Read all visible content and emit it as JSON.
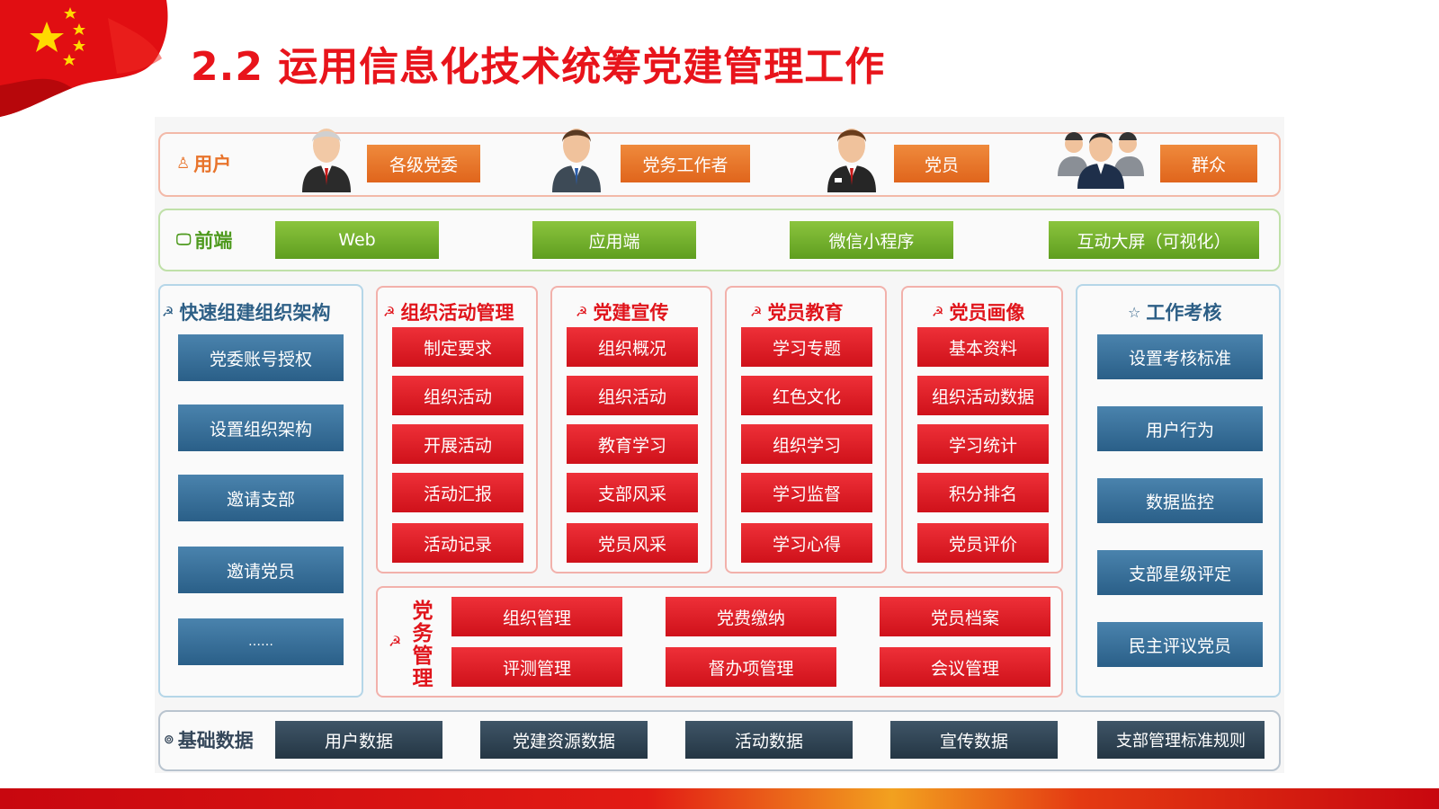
{
  "title": "2.2 运用信息化技术统筹党建管理工作",
  "users": {
    "label": "用户",
    "items": [
      "各级党委",
      "党务工作者",
      "党员",
      "群众"
    ]
  },
  "frontend": {
    "label": "前端",
    "items": [
      "Web",
      "应用端",
      "微信小程序",
      "互动大屏（可视化）"
    ]
  },
  "org": {
    "title": "快速组建组织架构",
    "items": [
      "党委账号授权",
      "设置组织架构",
      "邀请支部",
      "邀请党员",
      "……"
    ]
  },
  "activity": {
    "title": "组织活动管理",
    "items": [
      "制定要求",
      "组织活动",
      "开展活动",
      "活动汇报",
      "活动记录"
    ]
  },
  "propaganda": {
    "title": "党建宣传",
    "items": [
      "组织概况",
      "组织活动",
      "教育学习",
      "支部风采",
      "党员风采"
    ]
  },
  "education": {
    "title": "党员教育",
    "items": [
      "学习专题",
      "红色文化",
      "组织学习",
      "学习监督",
      "学习心得"
    ]
  },
  "portrait": {
    "title": "党员画像",
    "items": [
      "基本资料",
      "组织活动数据",
      "学习统计",
      "积分排名",
      "党员评价"
    ]
  },
  "assessment": {
    "title": "工作考核",
    "items": [
      "设置考核标准",
      "用户行为",
      "数据监控",
      "支部星级评定",
      "民主评议党员"
    ]
  },
  "affairs": {
    "title": "党务管理",
    "items": [
      "组织管理",
      "党费缴纳",
      "党员档案",
      "评测管理",
      "督办项管理",
      "会议管理"
    ]
  },
  "base": {
    "label": "基础数据",
    "items": [
      "用户数据",
      "党建资源数据",
      "活动数据",
      "宣传数据",
      "支部管理标准规则"
    ]
  },
  "colors": {
    "title_red": "#e8141b",
    "user_orange": "#e8742c",
    "front_green": "#6aa825",
    "panel_blue": "#2a5f88",
    "panel_red": "#e0141b",
    "base_dark": "#2a3c4c"
  }
}
